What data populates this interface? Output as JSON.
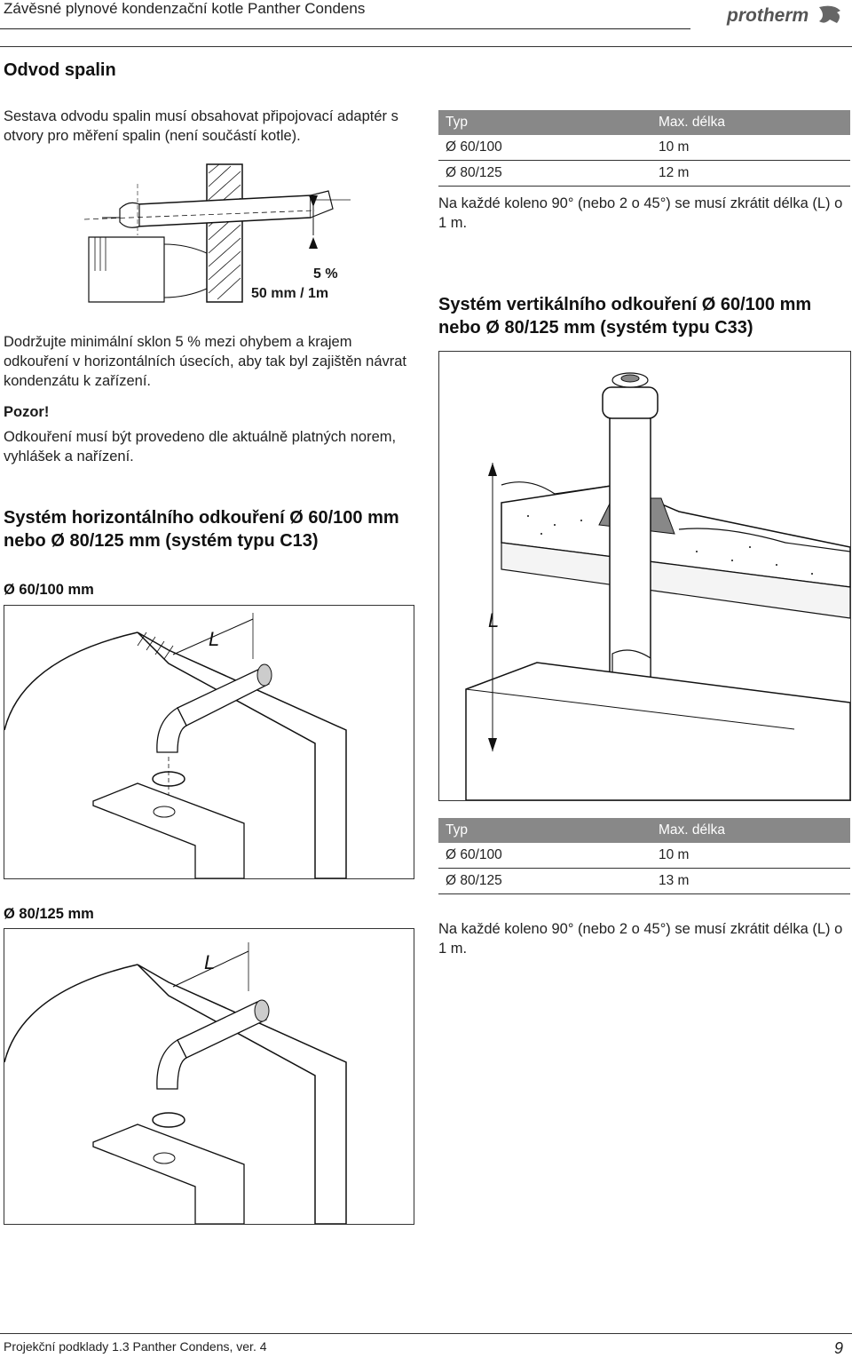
{
  "header": {
    "title": "Závěsné plynové kondenzační kotle Panther Condens",
    "logo_text": "protherm"
  },
  "section": {
    "title": "Odvod spalin",
    "intro": "Sestava odvodu spalin musí obsahovat připojovací adaptér s otvory pro měření spalin (není součástí kotle).",
    "slope_pct": "5 %",
    "slope_ratio": "50 mm / 1m",
    "slope_text": "Dodržujte minimální sklon 5 % mezi ohybem a krajem odkouření v horizontálních úsecích, aby tak byl zajištěn návrat kondenzátu k zařízení.",
    "warning_title": "Pozor!",
    "warning_text": "Odkouření musí být provedeno dle aktuálně platných norem, vyhlášek a nařízení."
  },
  "table_top": {
    "col_type": "Typ",
    "col_len": "Max. délka",
    "rows": [
      {
        "type": "Ø 60/100",
        "len": "10 m"
      },
      {
        "type": "Ø 80/125",
        "len": "12 m"
      }
    ],
    "note": "Na každé koleno 90° (nebo 2 o 45°) se musí zkrátit délka (L) o 1 m."
  },
  "vertical": {
    "title": "Systém vertikálního odkouření Ø 60/100 mm nebo Ø 80/125 mm (systém typu C33)",
    "L_label": "L"
  },
  "horizontal": {
    "title": "Systém horizontálního odkouření Ø 60/100 mm nebo Ø 80/125 mm (systém typu C13)",
    "label_60": "Ø 60/100 mm",
    "label_80": "Ø 80/125 mm",
    "L_label": "L"
  },
  "table_bottom": {
    "col_type": "Typ",
    "col_len": "Max. délka",
    "rows": [
      {
        "type": "Ø 60/100",
        "len": "10 m"
      },
      {
        "type": "Ø 80/125",
        "len": "13 m"
      }
    ],
    "note": "Na každé koleno 90° (nebo 2 o 45°) se musí zkrátit délka (L) o 1 m."
  },
  "footer": {
    "text": "Projekční podklady 1.3 Panther Condens, ver. 4",
    "page": "9"
  }
}
